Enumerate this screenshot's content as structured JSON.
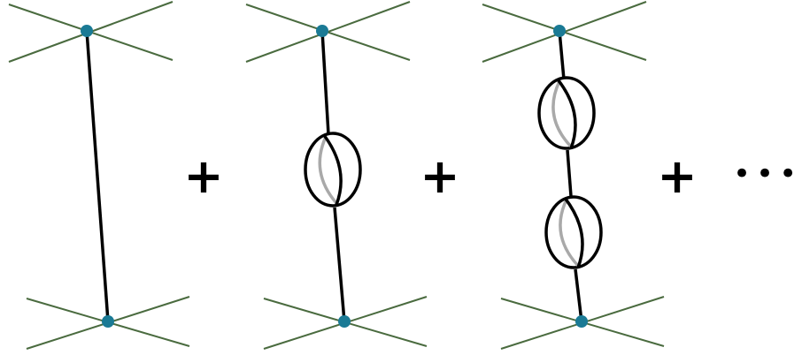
{
  "diagram": {
    "operators": [
      "+",
      "+",
      "+"
    ],
    "ellipsis": "•••",
    "colors": {
      "background": "#ffffff",
      "external_leg": "#4a6b3f",
      "vertex": "#1a7a95",
      "propagator": "#000000",
      "loop_outline": "#000000",
      "loop_inner_arc": "#a9a9a9"
    },
    "terms": [
      {
        "name": "tree-level",
        "loop_count": 0
      },
      {
        "name": "one-loop",
        "loop_count": 1
      },
      {
        "name": "two-loop",
        "loop_count": 2
      }
    ]
  }
}
